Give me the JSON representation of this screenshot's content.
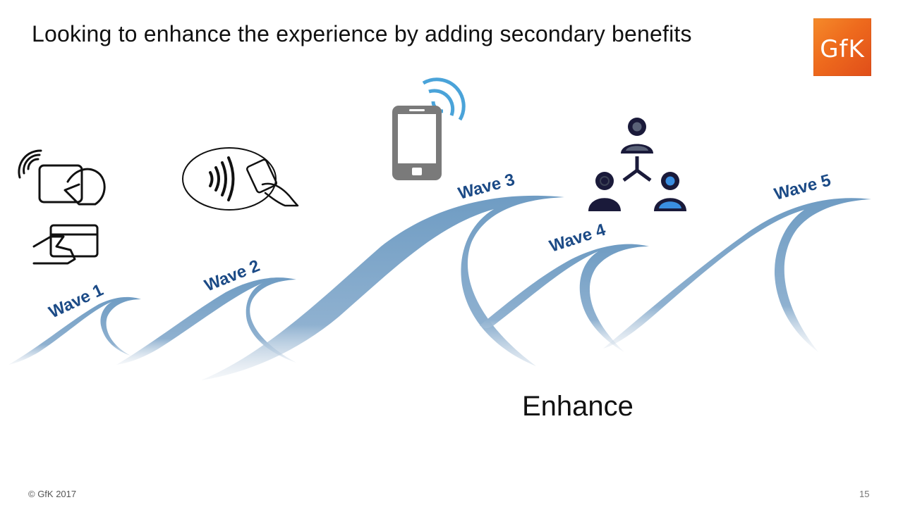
{
  "title": "Looking to enhance the experience by adding secondary benefits",
  "logo": {
    "text": "GfK",
    "color": "#ee6a1d"
  },
  "waves": [
    {
      "label": "Wave 1"
    },
    {
      "label": "Wave 2"
    },
    {
      "label": "Wave 3"
    },
    {
      "label": "Wave 4"
    },
    {
      "label": "Wave 5"
    }
  ],
  "icons": [
    "contactless-card-hand-icon",
    "card-in-hand-icon",
    "contactless-payment-icon",
    "smartphone-nfc-icon",
    "people-network-icon"
  ],
  "colors": {
    "wave": "#6f9cc3",
    "label": "#1b4a86",
    "signal": "#4aa3d9",
    "phone": "#7a7a7a",
    "people_dark": "#1a1a3a",
    "people_accent": "#3a8ee0"
  },
  "enhance_label": "Enhance",
  "footer": "© GfK 2017",
  "page_number": "15"
}
